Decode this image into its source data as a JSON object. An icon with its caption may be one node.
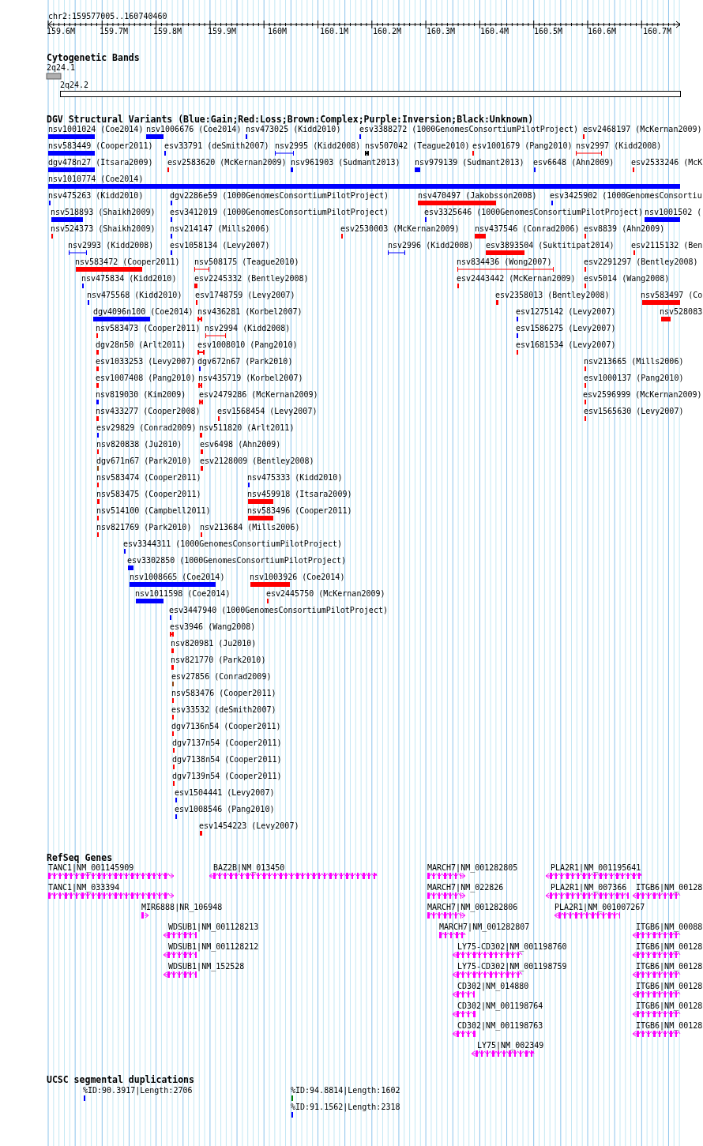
{
  "diagram": {
    "labels": [
      "chr2:159577005..160740460",
      "159.6M",
      "159.7M",
      "159.8M",
      "159.9M",
      "160M",
      "160.1M",
      "160.2M",
      "160.3M",
      "160.4M",
      "160.5M",
      "160.6M",
      "160.7M",
      "Cytogenetic Bands",
      "2q24.1",
      "2q24.2",
      "DGV Structural Variants (Blue:Gain;Red:Loss;Brown:Complex;Purple:Inversion;Black:Unknown)",
      "nsv1001024 (Coe2014)",
      "nsv1006676 (Coe2014)",
      "nsv473025 (Kidd2010)",
      "esv3388272 (1000GenomesConsortiumPilotProject)",
      "esv2468197 (McKernan2009)",
      "nsv583449 (Cooper2011)",
      "esv33791 (deSmith2007)",
      "nsv2995 (Kidd2008)",
      "nsv507042 (Teague2010)",
      "esv1001679 (Pang2010)",
      "nsv2997 (Kidd2008)",
      "dgv478n27 (Itsara2009)",
      "esv2583620 (McKernan2009)",
      "nsv961903 (Sudmant2013)",
      "nsv979139 (Sudmant2013)",
      "esv6648 (Ahn2009)",
      "esv2533246 (McK",
      "nsv1010774 (Coe2014)",
      "nsv475263 (Kidd2010)",
      "dgv2286e59 (1000GenomesConsortiumPilotProject)",
      "nsv470497 (Jakobsson2008)",
      "esv3425902 (1000GenomesConsortiu",
      "nsv518893 (Shaikh2009)",
      "esv3412019 (1000GenomesConsortiumPilotProject)",
      "esv3325646 (1000GenomesConsortiumPilotProject)",
      "nsv1001502 (",
      "nsv524373 (Shaikh2009)",
      "nsv214147 (Mills2006)",
      "esv2530003 (McKernan2009)",
      "nsv437546 (Conrad2006)",
      "esv8839 (Ahn2009)",
      "nsv2993 (Kidd2008)",
      "esv1058134 (Levy2007)",
      "nsv2996 (Kidd2008)",
      "esv3893504 (Suktitipat2014)",
      "esv2115132 (Ben",
      "nsv583472 (Cooper2011)",
      "nsv508175 (Teague2010)",
      "nsv834436 (Wong2007)",
      "esv2291297 (Bentley2008)",
      "nsv475834 (Kidd2010)",
      "esv2245332 (Bentley2008)",
      "esv2443442 (McKernan2009)",
      "esv5014 (Wang2008)",
      "nsv475568 (Kidd2010)",
      "esv1748759 (Levy2007)",
      "esv2358013 (Bentley2008)",
      "nsv583497 (Co",
      "dgv4096n100 (Coe2014)",
      "nsv436281 (Korbel2007)",
      "esv1275142 (Levy2007)",
      "nsv528083",
      "nsv583473 (Cooper2011)",
      "nsv2994 (Kidd2008)",
      "esv1586275 (Levy2007)",
      "dgv28n50 (Arlt2011)",
      "esv1008010 (Pang2010)",
      "esv1681534 (Levy2007)",
      "esv1033253 (Levy2007)",
      "dgv672n67 (Park2010)",
      "nsv213665 (Mills2006)",
      "esv1007408 (Pang2010)",
      "nsv435719 (Korbel2007)",
      "esv1000137 (Pang2010)",
      "nsv819030 (Kim2009)",
      "esv2479286 (McKernan2009)",
      "esv2596999 (McKernan2009)",
      "nsv433277 (Cooper2008)",
      "esv1568454 (Levy2007)",
      "esv1565630 (Levy2007)",
      "esv29829 (Conrad2009)",
      "nsv511820 (Arlt2011)",
      "nsv820838 (Ju2010)",
      "esv6498 (Ahn2009)",
      "dgv671n67 (Park2010)",
      "esv2128009 (Bentley2008)",
      "nsv583474 (Cooper2011)",
      "nsv475333 (Kidd2010)",
      "nsv583475 (Cooper2011)",
      "nsv459918 (Itsara2009)",
      "nsv514100 (Campbell2011)",
      "nsv583496 (Cooper2011)",
      "nsv821769 (Park2010)",
      "nsv213684 (Mills2006)",
      "esv3344311 (1000GenomesConsortiumPilotProject)",
      "esv3302850 (1000GenomesConsortiumPilotProject)",
      "nsv1008665 (Coe2014)",
      "nsv1003926 (Coe2014)",
      "nsv1011598 (Coe2014)",
      "esv2445750 (McKernan2009)",
      "esv3447940 (1000GenomesConsortiumPilotProject)",
      "esv3946 (Wang2008)",
      "nsv820981 (Ju2010)",
      "nsv821770 (Park2010)",
      "esv27856 (Conrad2009)",
      "nsv583476 (Cooper2011)",
      "esv33532 (deSmith2007)",
      "dgv7136n54 (Cooper2011)",
      "dgv7137n54 (Cooper2011)",
      "dgv7138n54 (Cooper2011)",
      "dgv7139n54 (Cooper2011)",
      "esv1504441 (Levy2007)",
      "esv1008546 (Pang2010)",
      "esv1454223 (Levy2007)",
      "RefSeq Genes",
      "TANC1|NM_001145909",
      "BAZ2B|NM_013450",
      "MARCH7|NM_001282805",
      "PLA2R1|NM_001195641",
      "TANC1|NM_033394",
      "MARCH7|NM_022826",
      "PLA2R1|NM_007366",
      "ITGB6|NM_00128",
      "MIR6888|NR_106948",
      "MARCH7|NM_001282806",
      "PLA2R1|NM_001007267",
      "WDSUB1|NM_001128213",
      "MARCH7|NM_001282807",
      "ITGB6|NM_00088",
      "WDSUB1|NM_001128212",
      "LY75-CD302|NM_001198760",
      "ITGB6|NM_00128",
      "WDSUB1|NM_152528",
      "LY75-CD302|NM_001198759",
      "ITGB6|NM_00128",
      "CD302|NM_014880",
      "ITGB6|NM_00128",
      "CD302|NM_001198764",
      "ITGB6|NM_00128",
      "CD302|NM_001198763",
      "ITGB6|NM_00128",
      "LY75|NM_002349",
      "UCSC segmental duplications",
      "%ID:90.3917|Length:2706",
      "%ID:94.8814|Length:1602",
      "%ID:91.1562|Length:2318"
    ]
  }
}
